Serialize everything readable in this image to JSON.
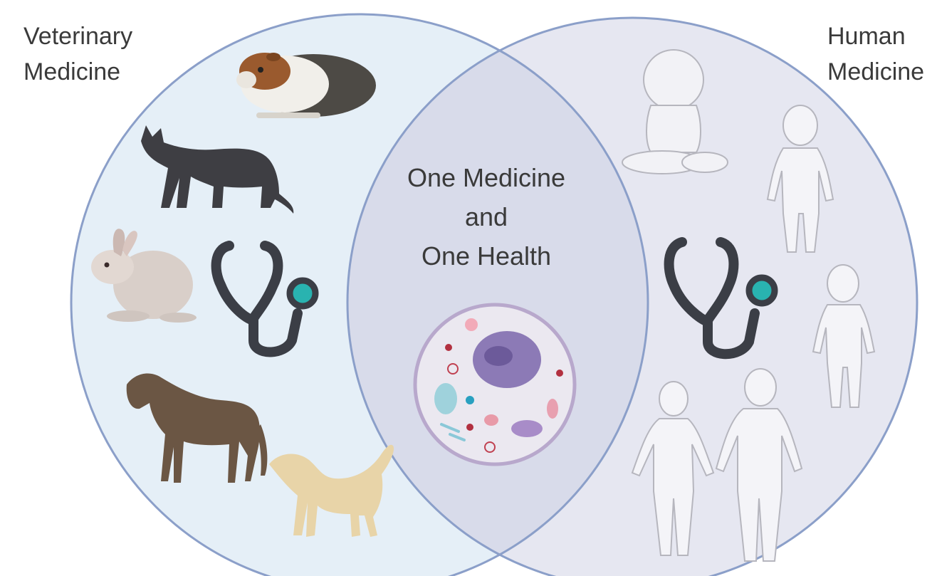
{
  "labels": {
    "left_line1": "Veterinary",
    "left_line2": "Medicine",
    "right_line1": "Human",
    "right_line2": "Medicine",
    "center_line1": "One Medicine",
    "center_line2": "and",
    "center_line3": "One Health"
  },
  "icons": {
    "veterinary": [
      "guinea-pig",
      "cat",
      "rabbit",
      "stethoscope",
      "horse",
      "dog"
    ],
    "human": [
      "baby",
      "child",
      "stethoscope",
      "child",
      "woman",
      "man"
    ],
    "overlap": [
      "microbes-circle"
    ]
  },
  "colors": {
    "left_circle_fill": "#e5eff7",
    "right_circle_fill": "#e6e7f1",
    "overlap_fill": "#d8dbea",
    "circle_stroke": "#8b9fc9",
    "stethoscope": "#3b3e46",
    "stethoscope_bell": "#29b3b0"
  }
}
